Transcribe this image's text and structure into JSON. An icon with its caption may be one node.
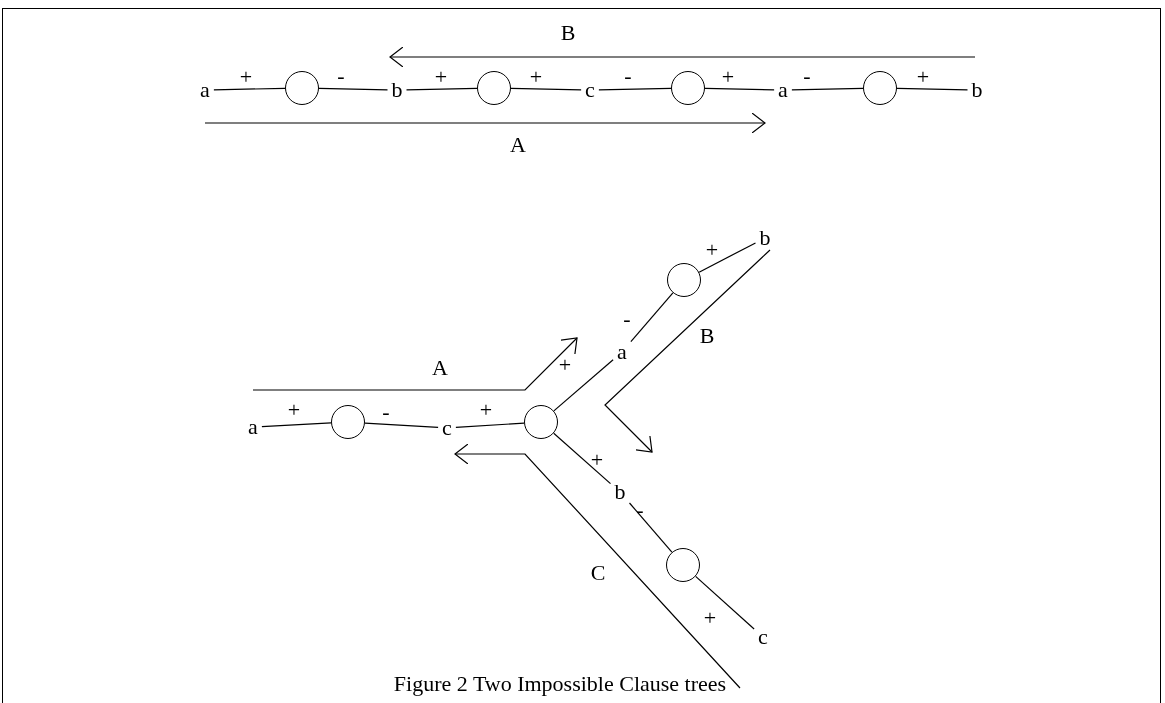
{
  "diagram": {
    "caption": "Figure 2 Two Impossible Clause trees",
    "nodes": [
      {
        "text": [
          "a"
        ]
      },
      {
        "text": [],
        "shape": "circle"
      },
      {
        "text": [
          "b"
        ]
      },
      {
        "text": [],
        "shape": "circle"
      },
      {
        "text": [
          "c"
        ]
      },
      {
        "text": [],
        "shape": "circle"
      },
      {
        "text": [
          "a"
        ]
      },
      {
        "text": [],
        "shape": "circle"
      },
      {
        "text": [
          "b"
        ]
      },
      {
        "text": [
          "a"
        ]
      },
      {
        "text": [],
        "shape": "circle"
      },
      {
        "text": [
          "c"
        ]
      },
      {
        "text": [],
        "shape": "circle"
      },
      {
        "text": [
          "a"
        ]
      },
      {
        "text": [],
        "shape": "circle"
      },
      {
        "text": [
          "b"
        ]
      },
      {
        "text": [
          "b"
        ]
      },
      {
        "text": [],
        "shape": "circle"
      },
      {
        "text": [
          "c"
        ]
      }
    ],
    "edges": [
      {
        "from": 0,
        "to": 1,
        "arrow": "none",
        "label": "+"
      },
      {
        "from": 1,
        "to": 2,
        "arrow": "none",
        "label": "-"
      },
      {
        "from": 2,
        "to": 3,
        "arrow": "none",
        "label": "+"
      },
      {
        "from": 3,
        "to": 4,
        "arrow": "none",
        "label": "+"
      },
      {
        "from": 4,
        "to": 5,
        "arrow": "none",
        "label": "-"
      },
      {
        "from": 5,
        "to": 6,
        "arrow": "none",
        "label": "+"
      },
      {
        "from": 6,
        "to": 7,
        "arrow": "none",
        "label": "-"
      },
      {
        "from": 7,
        "to": 8,
        "arrow": "none",
        "label": "+"
      },
      {
        "from": 9,
        "to": 10,
        "arrow": "none",
        "label": "+"
      },
      {
        "from": 10,
        "to": 11,
        "arrow": "none",
        "label": "-"
      },
      {
        "from": 11,
        "to": 12,
        "arrow": "none",
        "label": "+"
      },
      {
        "from": 12,
        "to": 13,
        "arrow": "none",
        "label": "+"
      },
      {
        "from": 13,
        "to": 14,
        "arrow": "none",
        "label": "-"
      },
      {
        "from": 14,
        "to": 15,
        "arrow": "none",
        "label": "+"
      },
      {
        "from": 12,
        "to": 16,
        "arrow": "none",
        "label": "+"
      },
      {
        "from": 16,
        "to": 17,
        "arrow": "none",
        "label": "-"
      },
      {
        "from": 17,
        "to": 18,
        "arrow": "none",
        "label": "+"
      }
    ],
    "labels": [
      "B",
      "A",
      "A",
      "B",
      "C"
    ]
  }
}
